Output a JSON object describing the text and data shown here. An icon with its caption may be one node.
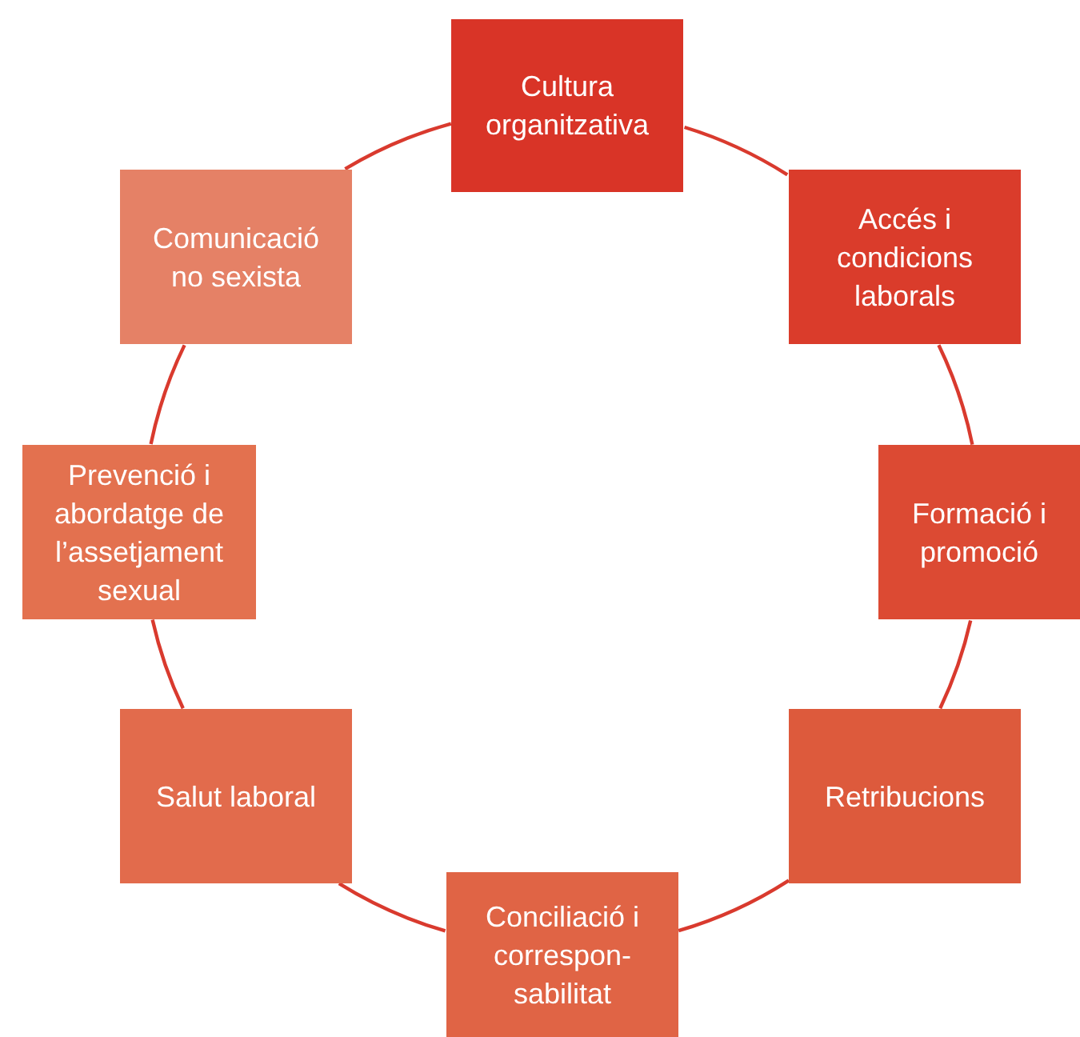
{
  "diagram": {
    "nodes": [
      {
        "text": [
          "Cultura organitzativa"
        ]
      },
      {
        "text": [
          "Accés i condicions laborals"
        ]
      },
      {
        "text": [
          "Formació i promoció"
        ]
      },
      {
        "text": [
          "Retribucions"
        ]
      },
      {
        "text": [
          "Conciliació i correspon-sabilitat"
        ]
      },
      {
        "text": [
          "Salut laboral"
        ]
      },
      {
        "text": [
          "Prevenció i abordatge de l’assetjament sexual"
        ]
      },
      {
        "text": [
          "Comunicació no sexista"
        ]
      }
    ],
    "edges": [
      {
        "from": 0,
        "to": 1,
        "arrow": "none"
      },
      {
        "from": 1,
        "to": 2,
        "arrow": "none"
      },
      {
        "from": 2,
        "to": 3,
        "arrow": "none"
      },
      {
        "from": 3,
        "to": 4,
        "arrow": "none"
      },
      {
        "from": 4,
        "to": 5,
        "arrow": "none"
      },
      {
        "from": 5,
        "to": 6,
        "arrow": "none"
      },
      {
        "from": 6,
        "to": 7,
        "arrow": "none"
      },
      {
        "from": 7,
        "to": 0,
        "arrow": "none"
      }
    ]
  }
}
